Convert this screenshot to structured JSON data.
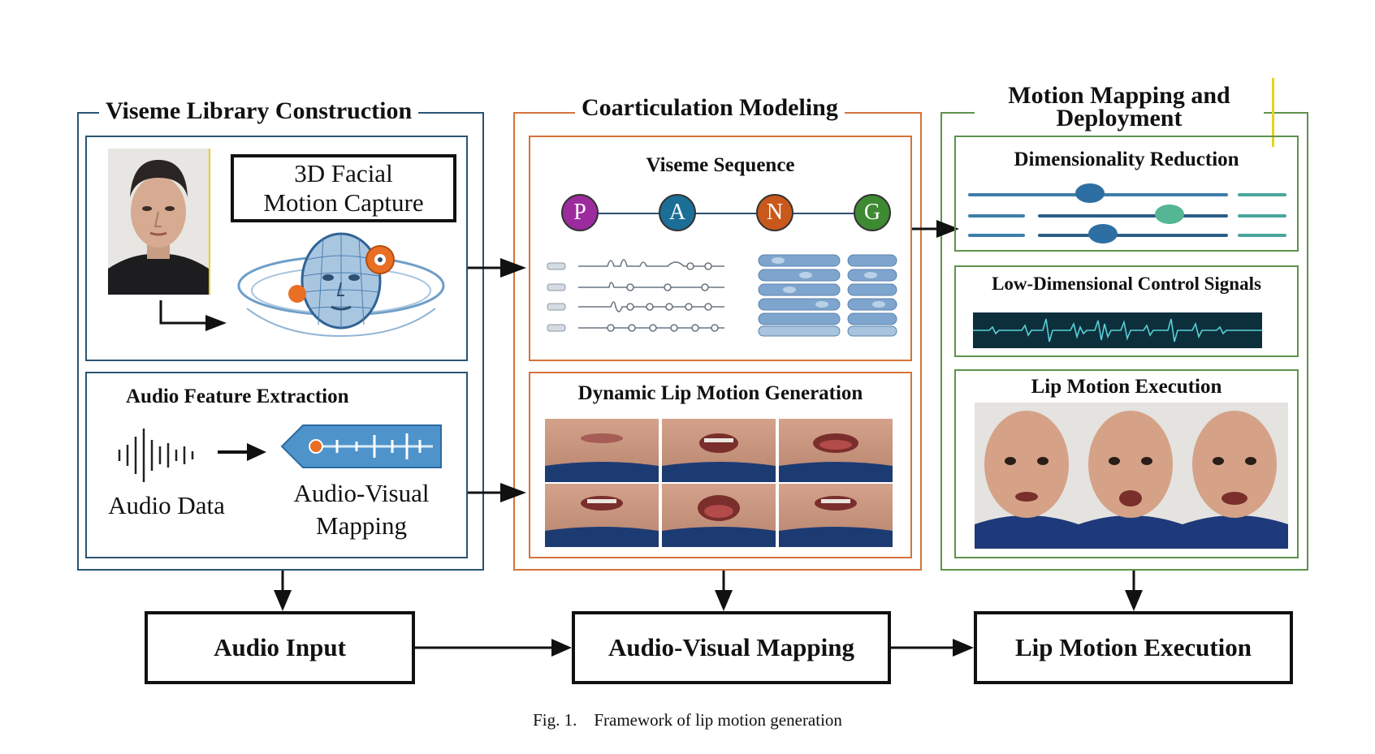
{
  "sections": {
    "viseme_library": {
      "title": "Viseme Library Construction",
      "capture_label_line1": "3D Facial",
      "capture_label_line2": "Motion Capture",
      "audio_feature_title": "Audio Feature Extraction",
      "audio_data_label": "Audio Data",
      "av_mapping_line1": "Audio-Visual",
      "av_mapping_line2": "Mapping"
    },
    "coarticulation": {
      "title": "Coarticulation Modeling",
      "viseme_sequence_title": "Viseme Sequence",
      "visemes": [
        {
          "letter": "P",
          "color": "#9c2b9e"
        },
        {
          "letter": "A",
          "color": "#1b6e96"
        },
        {
          "letter": "N",
          "color": "#c9581c"
        },
        {
          "letter": "G",
          "color": "#3d8a33"
        }
      ],
      "dynamic_title": "Dynamic Lip Motion Generation"
    },
    "motion_mapping": {
      "title_line1": "Motion Mapping and",
      "title_line2": "Deployment",
      "dim_reduction_title": "Dimensionality Reduction",
      "control_signals_title": "Low-Dimensional Control Signals",
      "lip_exec_title": "Lip Motion Execution"
    }
  },
  "bottom_flow": {
    "audio_input": "Audio Input",
    "av_mapping": "Audio-Visual Mapping",
    "lip_exec": "Lip Motion Execution"
  },
  "caption": "Fig. 1.    Framework of lip motion generation",
  "colors": {
    "blue": "#2a5472",
    "orange": "#d4733b",
    "green": "#5e934b"
  }
}
